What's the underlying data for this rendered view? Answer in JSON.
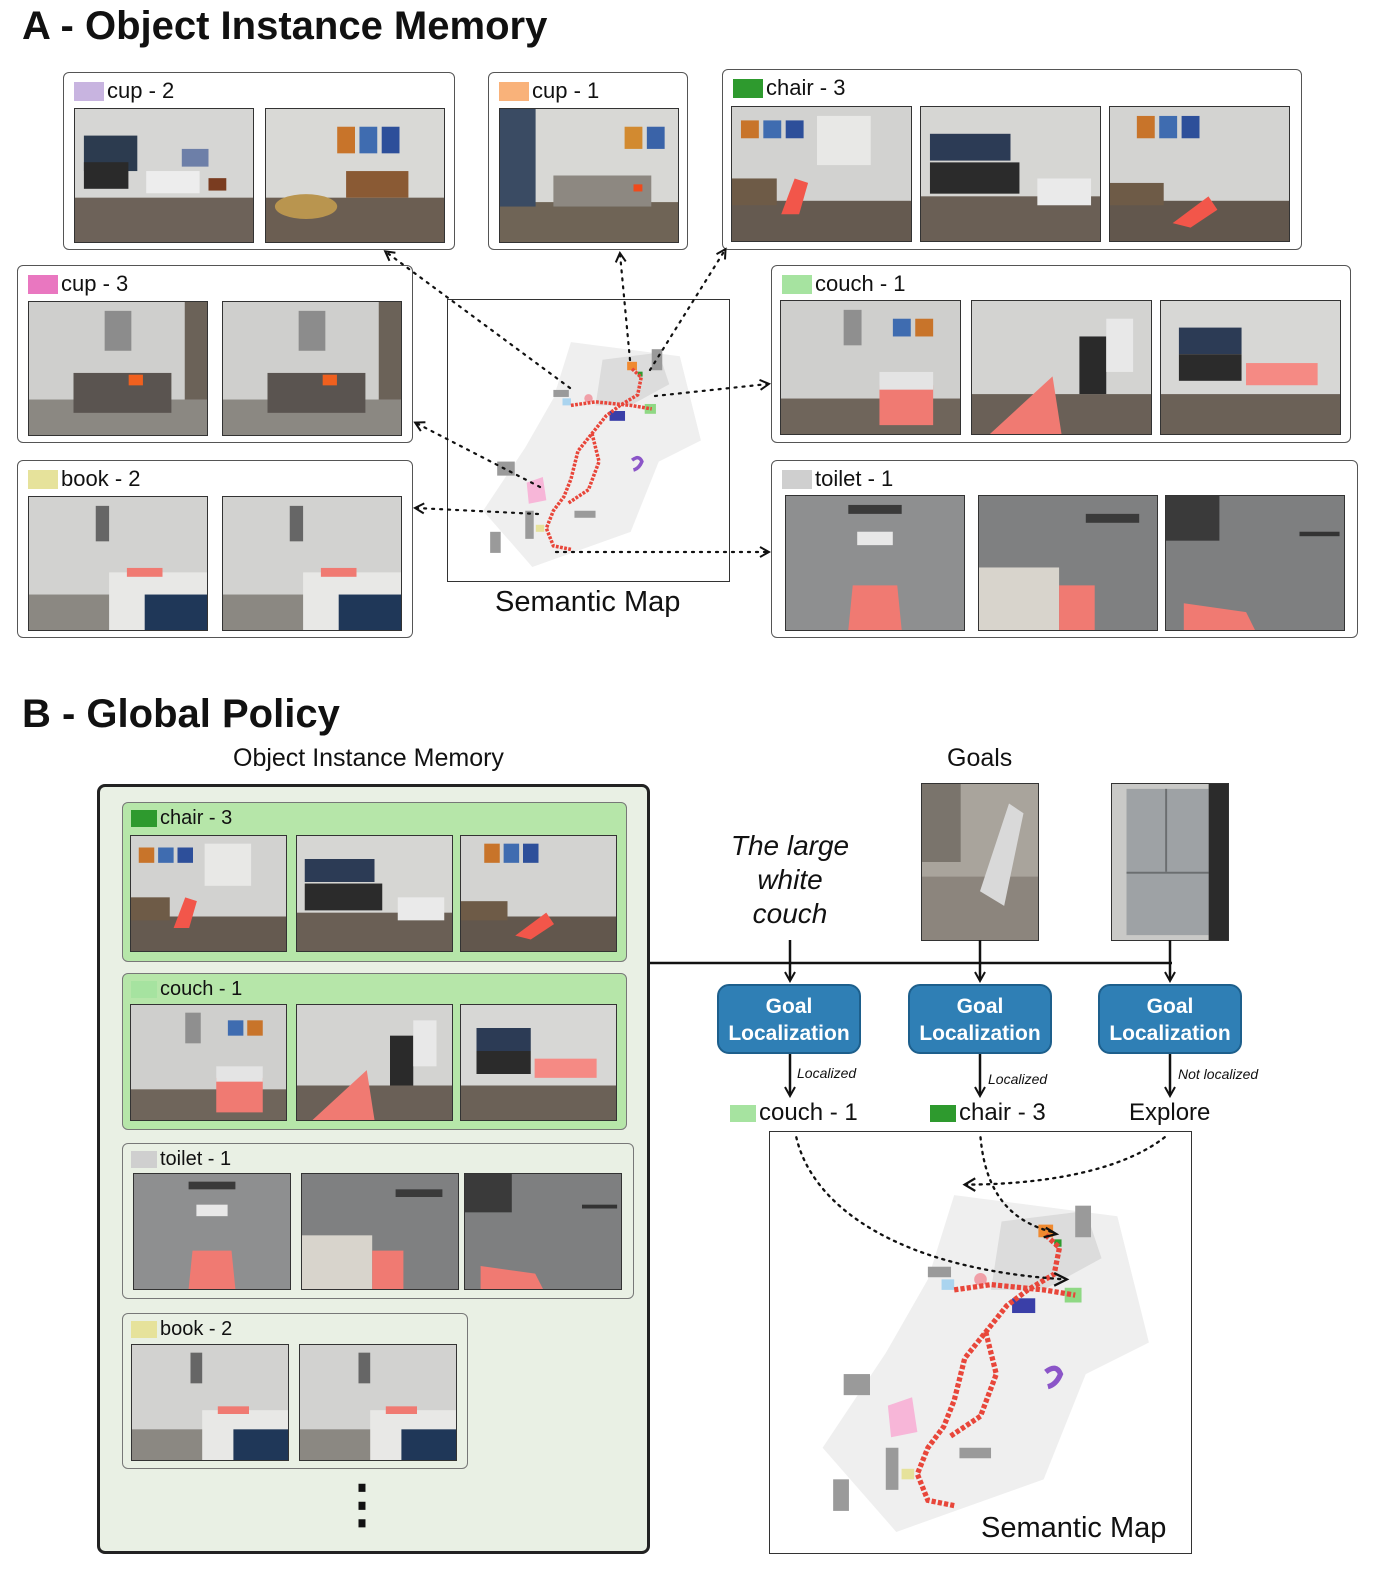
{
  "section_a": {
    "title": "A - Object Instance Memory",
    "map_caption": "Semantic Map",
    "cards": [
      {
        "id": "cup2",
        "label": "cup - 2",
        "color": "#c8b4e0",
        "thumbs": [
          "living",
          "dining"
        ]
      },
      {
        "id": "cup1",
        "label": "cup - 1",
        "color": "#f9b27a",
        "thumbs": [
          "table"
        ]
      },
      {
        "id": "chair3",
        "label": "chair - 3",
        "color": "#2e9a2e",
        "thumbs": [
          "chair",
          "kitchen",
          "chair2"
        ]
      },
      {
        "id": "cup3",
        "label": "cup - 3",
        "color": "#e977c0",
        "thumbs": [
          "cabinet",
          "cabinet"
        ]
      },
      {
        "id": "couch1",
        "label": "couch - 1",
        "color": "#a6e3a0",
        "thumbs": [
          "couch",
          "couch2",
          "couch3"
        ]
      },
      {
        "id": "book2",
        "label": "book - 2",
        "color": "#e6e29b",
        "thumbs": [
          "bookroom",
          "bookroom"
        ]
      },
      {
        "id": "toilet1",
        "label": "toilet - 1",
        "color": "#cfcfcf",
        "thumbs": [
          "toilet",
          "toilet2",
          "toilet3"
        ]
      }
    ]
  },
  "section_b": {
    "title": "B - Global Policy",
    "memory_title": "Object Instance Memory",
    "goals_title": "Goals",
    "text_goal": "The large white couch",
    "text_goal_lines": [
      "The large",
      "white",
      "couch"
    ],
    "memory_cards": [
      {
        "id": "bchair3",
        "label": "chair - 3",
        "color": "#2e9a2e",
        "bg": "#b6e6a9",
        "thumbs": [
          "chair",
          "kitchen",
          "chair2"
        ]
      },
      {
        "id": "bcouch1",
        "label": "couch - 1",
        "color": "#a6e3a0",
        "bg": "#b6e6a9",
        "thumbs": [
          "couch",
          "couch2",
          "couch3"
        ]
      },
      {
        "id": "btoilet1",
        "label": "toilet - 1",
        "color": "#cfcfcf",
        "bg": "#e9f0e4",
        "thumbs": [
          "toilet",
          "toilet2",
          "toilet3"
        ]
      },
      {
        "id": "bbook2",
        "label": "book - 2",
        "color": "#e6e29b",
        "bg": "#e9f0e4",
        "thumbs": [
          "bookroom",
          "bookroom"
        ]
      }
    ],
    "ellipsis": "⋮",
    "goal_button_label_1": "Goal",
    "goal_button_label_2": "Localization",
    "outcomes": [
      {
        "status": "Localized",
        "result": "couch - 1",
        "color": "#a6e3a0"
      },
      {
        "status": "Localized",
        "result": "chair - 3",
        "color": "#2e9a2e"
      },
      {
        "status": "Not localized",
        "result": "Explore",
        "color": ""
      }
    ],
    "map_caption": "Semantic Map"
  },
  "colors": {
    "button_fill": "#2f7fb5",
    "memory_panel_bg": "#e9f0e4",
    "trajectory": "#e8463a"
  }
}
